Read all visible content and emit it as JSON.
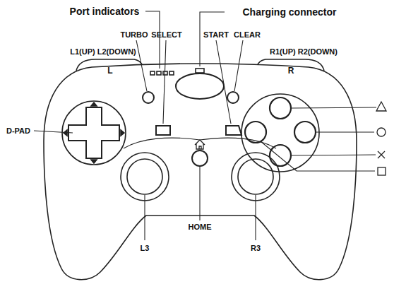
{
  "diagram": {
    "labels": [
      "Port indicators",
      "Charging connector",
      "TURBO",
      "SELECT",
      "START",
      "CLEAR",
      "L1(UP) L2(DOWN)",
      "R1(UP) R2(DOWN)",
      "L",
      "R",
      "D-PAD",
      "HOME",
      "L3",
      "R3"
    ]
  }
}
